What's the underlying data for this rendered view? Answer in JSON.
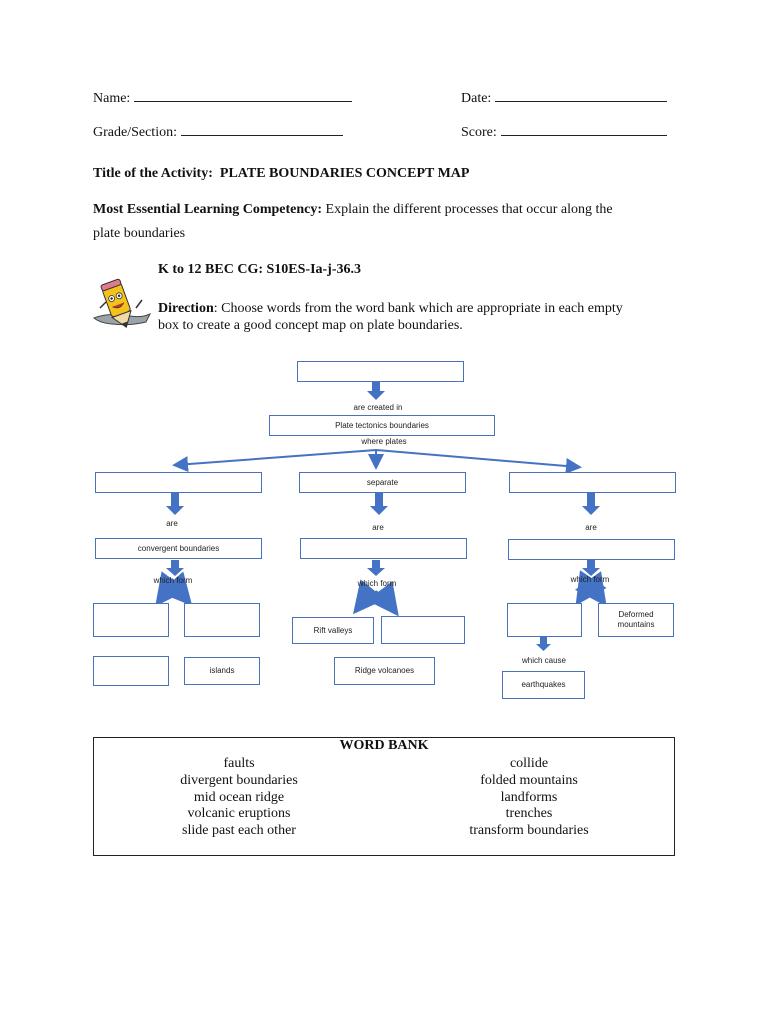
{
  "header": {
    "name_label": "Name:",
    "date_label": "Date:",
    "grade_label": "Grade/Section:",
    "score_label": "Score:"
  },
  "activity": {
    "title_label": "Title of the Activity:",
    "title_value": "PLATE BOUNDARIES CONCEPT MAP",
    "competency_label": "Most Essential Learning Competency:",
    "competency_text_1": "Explain the different processes that occur along the",
    "competency_text_2": "plate boundaries",
    "code": "K to 12 BEC CG: S10ES-Ia-j-36.3",
    "direction_label": "Direction",
    "direction_text_1": ": Choose words from the word bank which are appropriate in each empty",
    "direction_text_2": "box to create a good concept map on plate boundaries."
  },
  "concept_map": {
    "top_box": "",
    "are_created_in": "are created in",
    "plate_tectonics_boundaries": "Plate tectonics boundaries",
    "where_plates": "where plates",
    "left_action": "",
    "mid_action": "separate",
    "right_action": "",
    "are_left": "are",
    "are_mid": "are",
    "are_right": "are",
    "left_boundary": "convergent boundaries",
    "mid_boundary": "",
    "right_boundary": "",
    "which_form_left": "which form",
    "which_form_mid": "which form",
    "which_form_right": "which form",
    "left_form_a": "",
    "left_form_b": "",
    "left_form_c": "",
    "left_islands": "islands",
    "mid_rift": "Rift valleys",
    "mid_form_b": "",
    "mid_ridge": "Ridge volcanoes",
    "right_form_a": "",
    "right_deformed": "Deformed mountains",
    "which_cause": "which cause",
    "earthquakes": "earthquakes"
  },
  "word_bank": {
    "title": "WORD BANK",
    "left": [
      "faults",
      "divergent boundaries",
      "mid ocean ridge",
      "volcanic eruptions",
      "slide past each other"
    ],
    "right": [
      "collide",
      "folded mountains",
      "landforms",
      "trenches",
      "transform boundaries"
    ]
  },
  "colors": {
    "accent": "#4a72b8",
    "arrow": "#4472c4"
  }
}
